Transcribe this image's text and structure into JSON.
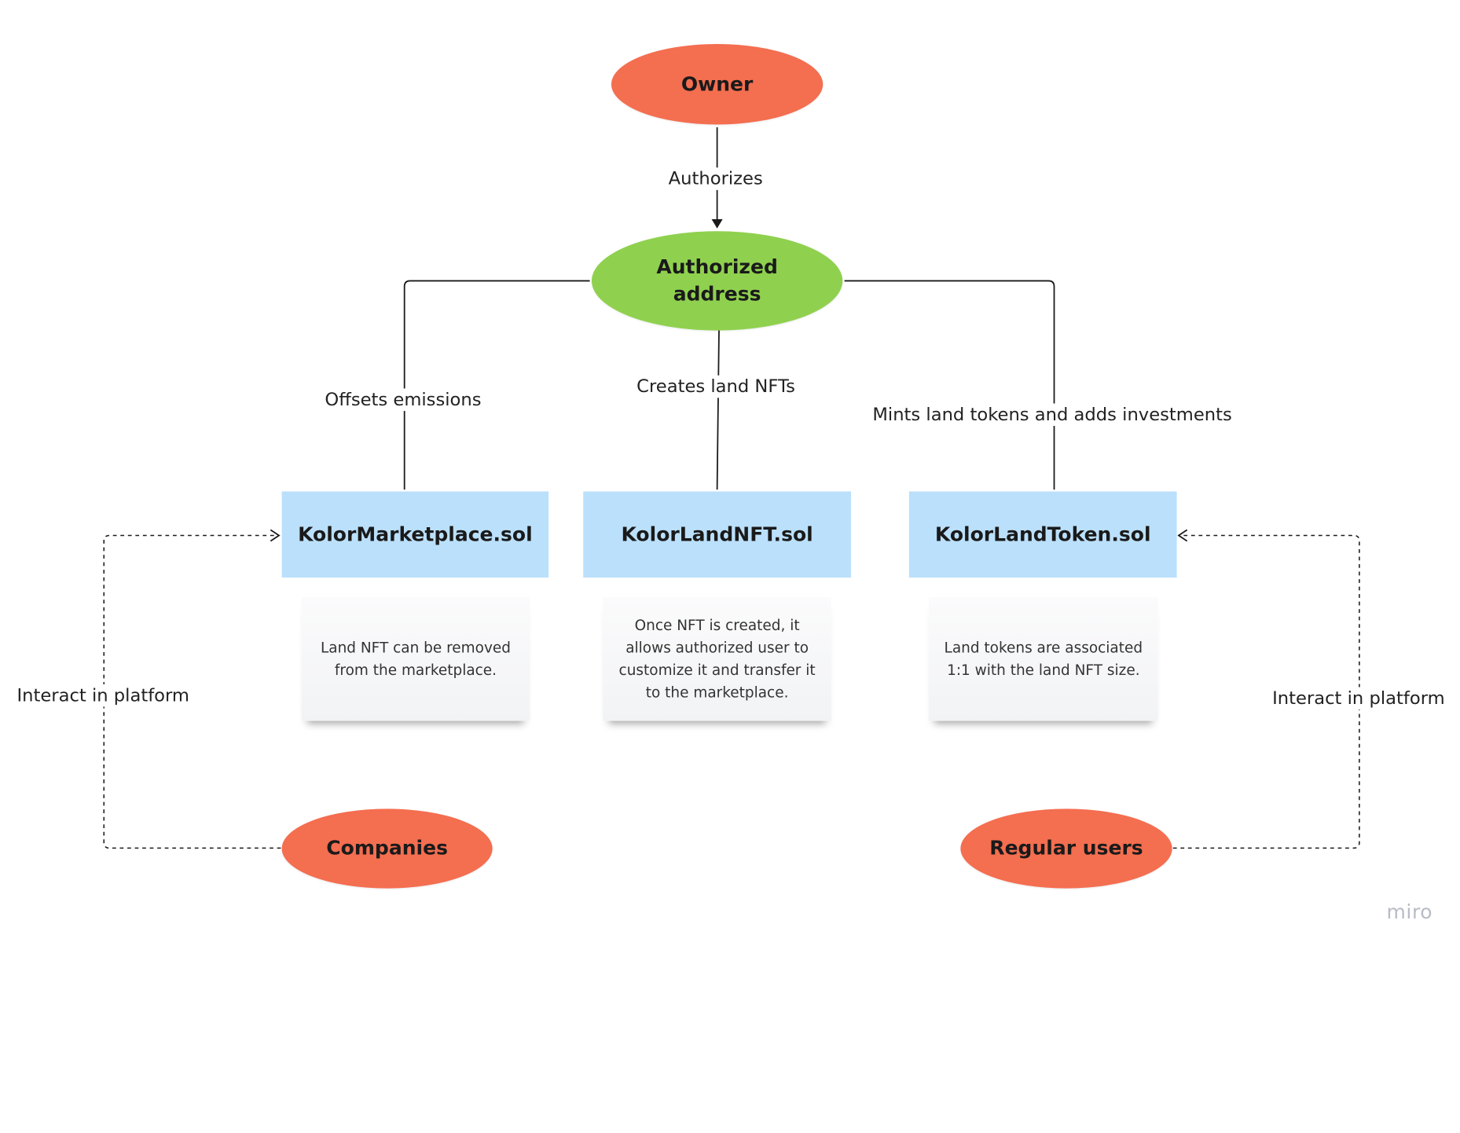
{
  "nodes": {
    "owner": "Owner",
    "authorized_address": [
      "Authorized",
      "address"
    ],
    "companies": "Companies",
    "regular_users": "Regular users"
  },
  "contracts": {
    "marketplace": "KolorMarketplace.sol",
    "land_nft": "KolorLandNFT.sol",
    "land_token": "KolorLandToken.sol"
  },
  "notes": {
    "marketplace": "Land NFT can be removed from the marketplace.",
    "land_nft": "Once NFT is created, it allows authorized user to customize it and transfer it to the marketplace.",
    "land_token": "Land tokens are associated 1:1 with the land NFT size."
  },
  "edges": {
    "authorizes": "Authorizes",
    "offsets_emissions": "Offsets emissions",
    "creates_land_nfts": "Creates land NFTs",
    "mints_land_tokens": "Mints land tokens and adds investments",
    "interact_left": "Interact in platform",
    "interact_right": "Interact in platform"
  },
  "colors": {
    "actor": "#f46e50",
    "authorized": "#8fd14f",
    "contract": "#bbe0fb",
    "note": "#f2f3f5",
    "brand": "#b7bcc6"
  },
  "brand": "miro"
}
